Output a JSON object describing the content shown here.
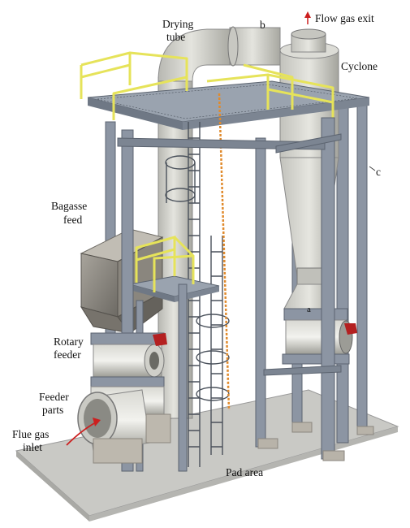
{
  "labels": {
    "drying_tube_1": "Drying",
    "drying_tube_2": "tube",
    "marker_b": "b",
    "flow_gas_exit": "Flow gas exit",
    "cyclone": "Cyclone",
    "marker_c": "c",
    "bagasse_feed_1": "Bagasse",
    "bagasse_feed_2": "feed",
    "marker_a": "a",
    "rotary_feeder_1": "Rotary",
    "rotary_feeder_2": "feeder",
    "feeder_parts_1": "Feeder",
    "feeder_parts_2": "parts",
    "flue_gas_inlet_1": "Flue gas",
    "flue_gas_inlet_2": "inlet",
    "pad_area": "Pad area"
  },
  "colors": {
    "steel": "#8c95a3",
    "steel_dark": "#5c6470",
    "shell": "#d6d6d0",
    "shell_shadow": "#a9a9a2",
    "railing": "#e6e35a",
    "pad": "#c9c9c5",
    "arrow_red": "#cc1f1f",
    "motor_red": "#b42020",
    "orange_trace": "#e08a2c"
  },
  "icons": {
    "exit_arrow": "arrow-up-icon",
    "inlet_arrow": "arrow-right-icon"
  }
}
